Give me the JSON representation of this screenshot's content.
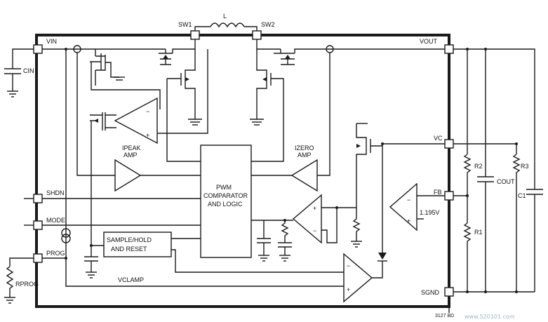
{
  "pins": {
    "sw1": "SW1",
    "sw2": "SW2",
    "vout": "VOUT",
    "vin": "VIN",
    "vc": "VC",
    "fb": "FB",
    "shdn": "SHDN",
    "mode": "MODE",
    "prog": "PROG",
    "sgnd": "SGND"
  },
  "components": {
    "inductor": "L",
    "cin": "CIN",
    "rprog": "RPROG",
    "r1": "R1",
    "r2": "R2",
    "r3": "R3",
    "cout": "COUT",
    "c1": "C1"
  },
  "blocks": {
    "ipeak_amp": [
      "IPEAK",
      "AMP"
    ],
    "izero_amp": [
      "IZERO",
      "AMP"
    ],
    "pwm": [
      "PWM",
      "COMPARATOR",
      "AND LOGIC"
    ],
    "sample_hold": [
      "SAMPLE/HOLD",
      "AND RESET"
    ],
    "vref": "1.195V",
    "vclamp": "VCLAMP"
  },
  "figure_id": "3127 BD",
  "watermark": "www.520101.com"
}
